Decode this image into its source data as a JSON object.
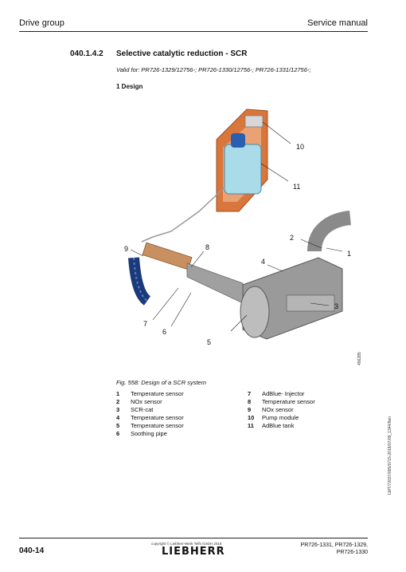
{
  "header": {
    "left": "Drive group",
    "right": "Service manual"
  },
  "section": {
    "number": "040.1.4.2",
    "title": "Selective catalytic reduction - SCR",
    "valid_for": "Valid for: PR726-1329/12756-; PR726-1330/12756-; PR726-1331/12756-;",
    "subheading": "1 Design"
  },
  "figure": {
    "callouts": [
      "1",
      "2",
      "3",
      "4",
      "5",
      "6",
      "7",
      "8",
      "9",
      "10",
      "11"
    ],
    "image_code": "456285",
    "caption": "Fig. 558: Design of a SCR system",
    "side_path": "LWT/72037/005/0715-2018/07/09_1344/9en"
  },
  "legend": [
    {
      "n": "1",
      "label": "Temperature sensor"
    },
    {
      "n": "2",
      "label": "NOx sensor"
    },
    {
      "n": "3",
      "label": "SCR-cat"
    },
    {
      "n": "4",
      "label": "Temperature sensor"
    },
    {
      "n": "5",
      "label": "Temperature sensor"
    },
    {
      "n": "6",
      "label": "Soothing pipe"
    },
    {
      "n": "7",
      "label": "AdBlue- Injector"
    },
    {
      "n": "8",
      "label": "Temperature sensor"
    },
    {
      "n": "9",
      "label": "NOx sensor"
    },
    {
      "n": "10",
      "label": "Pump module"
    },
    {
      "n": "11",
      "label": "AdBlue tank"
    }
  ],
  "footer": {
    "page": "040-14",
    "copyright": "copyright © Liebherr-Werk Telfs GmbH 2018",
    "logo": "LIEBHERR",
    "models_line1": "PR726-1331, PR726-1329,",
    "models_line2": "PR726-1330"
  },
  "colors": {
    "tank_frame": "#d9763c",
    "tank": "#a9dbe8",
    "pipe": "#9a9a9a",
    "hose": "#1b3a7a"
  }
}
